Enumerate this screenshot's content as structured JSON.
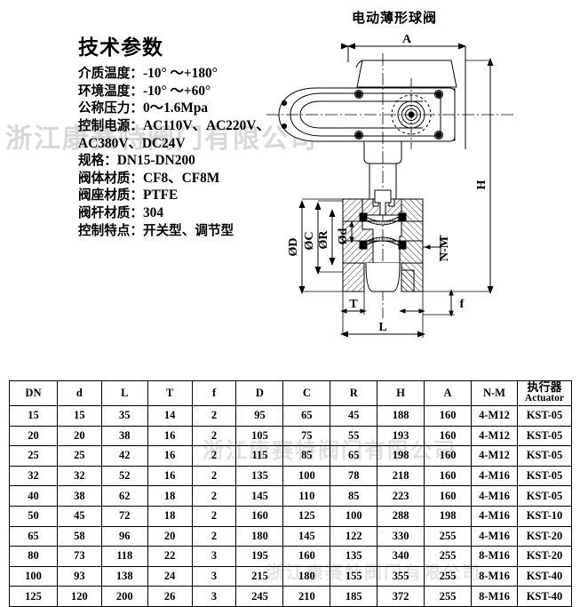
{
  "watermark": {
    "text": "浙江康赛特阀门有限公司",
    "text2": "浙江康赛特阀门有限公司",
    "text3": "浙江康赛特阀门有限公司"
  },
  "spec": {
    "title": "技术参数",
    "items": [
      {
        "label": "介质温度：",
        "value": "-10° ～+180°"
      },
      {
        "label": "环境温度：",
        "value": "-10° ～+60°"
      },
      {
        "label": "公称压力：",
        "value": "0～1.6Mpa"
      },
      {
        "label": "控制电源：",
        "value": "AC110V、AC220V、"
      },
      {
        "label": "",
        "value": "AC380V、DC24V"
      },
      {
        "label": "规格：",
        "value": "DN15-DN200"
      },
      {
        "label": "阀体材质：",
        "value": "CF8、CF8M"
      },
      {
        "label": "阀座材质：",
        "value": "PTFE"
      },
      {
        "label": "阀杆材质：",
        "value": "304"
      },
      {
        "label": "控制特点：",
        "value": "开关型、调节型",
        "cjk": true
      }
    ]
  },
  "drawing": {
    "title": "电动薄形球阀",
    "dimensions": {
      "a": "A",
      "h": "H",
      "od": "ØD",
      "oc": "ØC",
      "or": "ØR",
      "od_small": "Ød",
      "nm": "N-M",
      "t": "T",
      "l": "L",
      "f": "f"
    }
  },
  "table": {
    "headers": [
      "DN",
      "d",
      "L",
      "T",
      "f",
      "D",
      "C",
      "R",
      "H",
      "A",
      "N-M"
    ],
    "actuator_header_cn": "执行器",
    "actuator_header_en": "Actuator",
    "rows": [
      {
        "dn": "15",
        "d": "15",
        "l": "35",
        "t": "14",
        "f": "2",
        "dd": "95",
        "c": "65",
        "r": "45",
        "h": "188",
        "a": "160",
        "nm": "4-M12",
        "actuator": "KST-05"
      },
      {
        "dn": "20",
        "d": "20",
        "l": "38",
        "t": "16",
        "f": "2",
        "dd": "105",
        "c": "75",
        "r": "55",
        "h": "193",
        "a": "160",
        "nm": "4-M12",
        "actuator": "KST-05"
      },
      {
        "dn": "25",
        "d": "25",
        "l": "42",
        "t": "16",
        "f": "2",
        "dd": "115",
        "c": "85",
        "r": "65",
        "h": "198",
        "a": "160",
        "nm": "4-M12",
        "actuator": "KST-05"
      },
      {
        "dn": "32",
        "d": "32",
        "l": "52",
        "t": "16",
        "f": "2",
        "dd": "135",
        "c": "100",
        "r": "78",
        "h": "218",
        "a": "160",
        "nm": "4-M16",
        "actuator": "KST-05"
      },
      {
        "dn": "40",
        "d": "38",
        "l": "62",
        "t": "18",
        "f": "2",
        "dd": "145",
        "c": "110",
        "r": "85",
        "h": "223",
        "a": "160",
        "nm": "4-M16",
        "actuator": "KST-05"
      },
      {
        "dn": "50",
        "d": "45",
        "l": "72",
        "t": "18",
        "f": "2",
        "dd": "160",
        "c": "125",
        "r": "100",
        "h": "288",
        "a": "198",
        "nm": "4-M16",
        "actuator": "KST-10"
      },
      {
        "dn": "65",
        "d": "58",
        "l": "96",
        "t": "20",
        "f": "2",
        "dd": "180",
        "c": "145",
        "r": "122",
        "h": "330",
        "a": "255",
        "nm": "4-M16",
        "actuator": "KST-20"
      },
      {
        "dn": "80",
        "d": "73",
        "l": "118",
        "t": "22",
        "f": "3",
        "dd": "195",
        "c": "160",
        "r": "135",
        "h": "340",
        "a": "255",
        "nm": "8-M16",
        "actuator": "KST-20"
      },
      {
        "dn": "100",
        "d": "93",
        "l": "138",
        "t": "24",
        "f": "3",
        "dd": "215",
        "c": "180",
        "r": "155",
        "h": "355",
        "a": "255",
        "nm": "8-M16",
        "actuator": "KST-40"
      },
      {
        "dn": "125",
        "d": "120",
        "l": "200",
        "t": "26",
        "f": "3",
        "dd": "245",
        "c": "210",
        "r": "185",
        "h": "372",
        "a": "255",
        "nm": "8-M16",
        "actuator": "KST-40"
      }
    ]
  }
}
